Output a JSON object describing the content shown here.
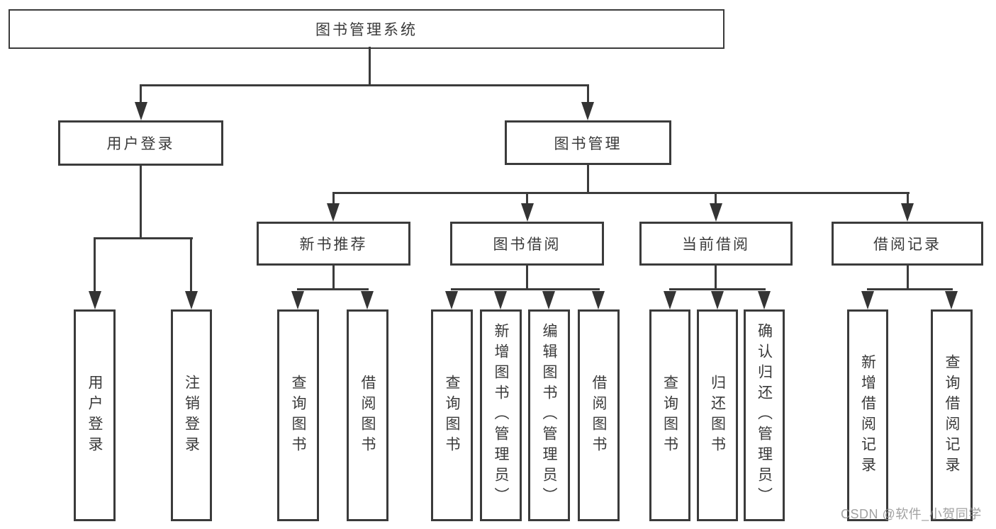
{
  "tree": {
    "label": "图书管理系统",
    "children": [
      {
        "label": "用户登录",
        "children": [
          {
            "label": "用户登录"
          },
          {
            "label": "注销登录"
          }
        ]
      },
      {
        "label": "图书管理",
        "children": [
          {
            "label": "新书推荐",
            "children": [
              {
                "label": "查询图书"
              },
              {
                "label": "借阅图书"
              }
            ]
          },
          {
            "label": "图书借阅",
            "children": [
              {
                "label": "查询图书"
              },
              {
                "label": "新增图书（管理员）"
              },
              {
                "label": "编辑图书（管理员）"
              },
              {
                "label": "借阅图书"
              }
            ]
          },
          {
            "label": "当前借阅",
            "children": [
              {
                "label": "查询图书"
              },
              {
                "label": "归还图书"
              },
              {
                "label": "确认归还（管理员）"
              }
            ]
          },
          {
            "label": "借阅记录",
            "children": [
              {
                "label": "新增借阅记录"
              },
              {
                "label": "查询借阅记录"
              }
            ]
          }
        ]
      }
    ]
  },
  "watermark": "CSDN @软件_小贺同学",
  "colors": {
    "line": "#3b3b3b",
    "text": "#3a3a3a",
    "background": "#ffffff",
    "watermark": "#919191"
  }
}
